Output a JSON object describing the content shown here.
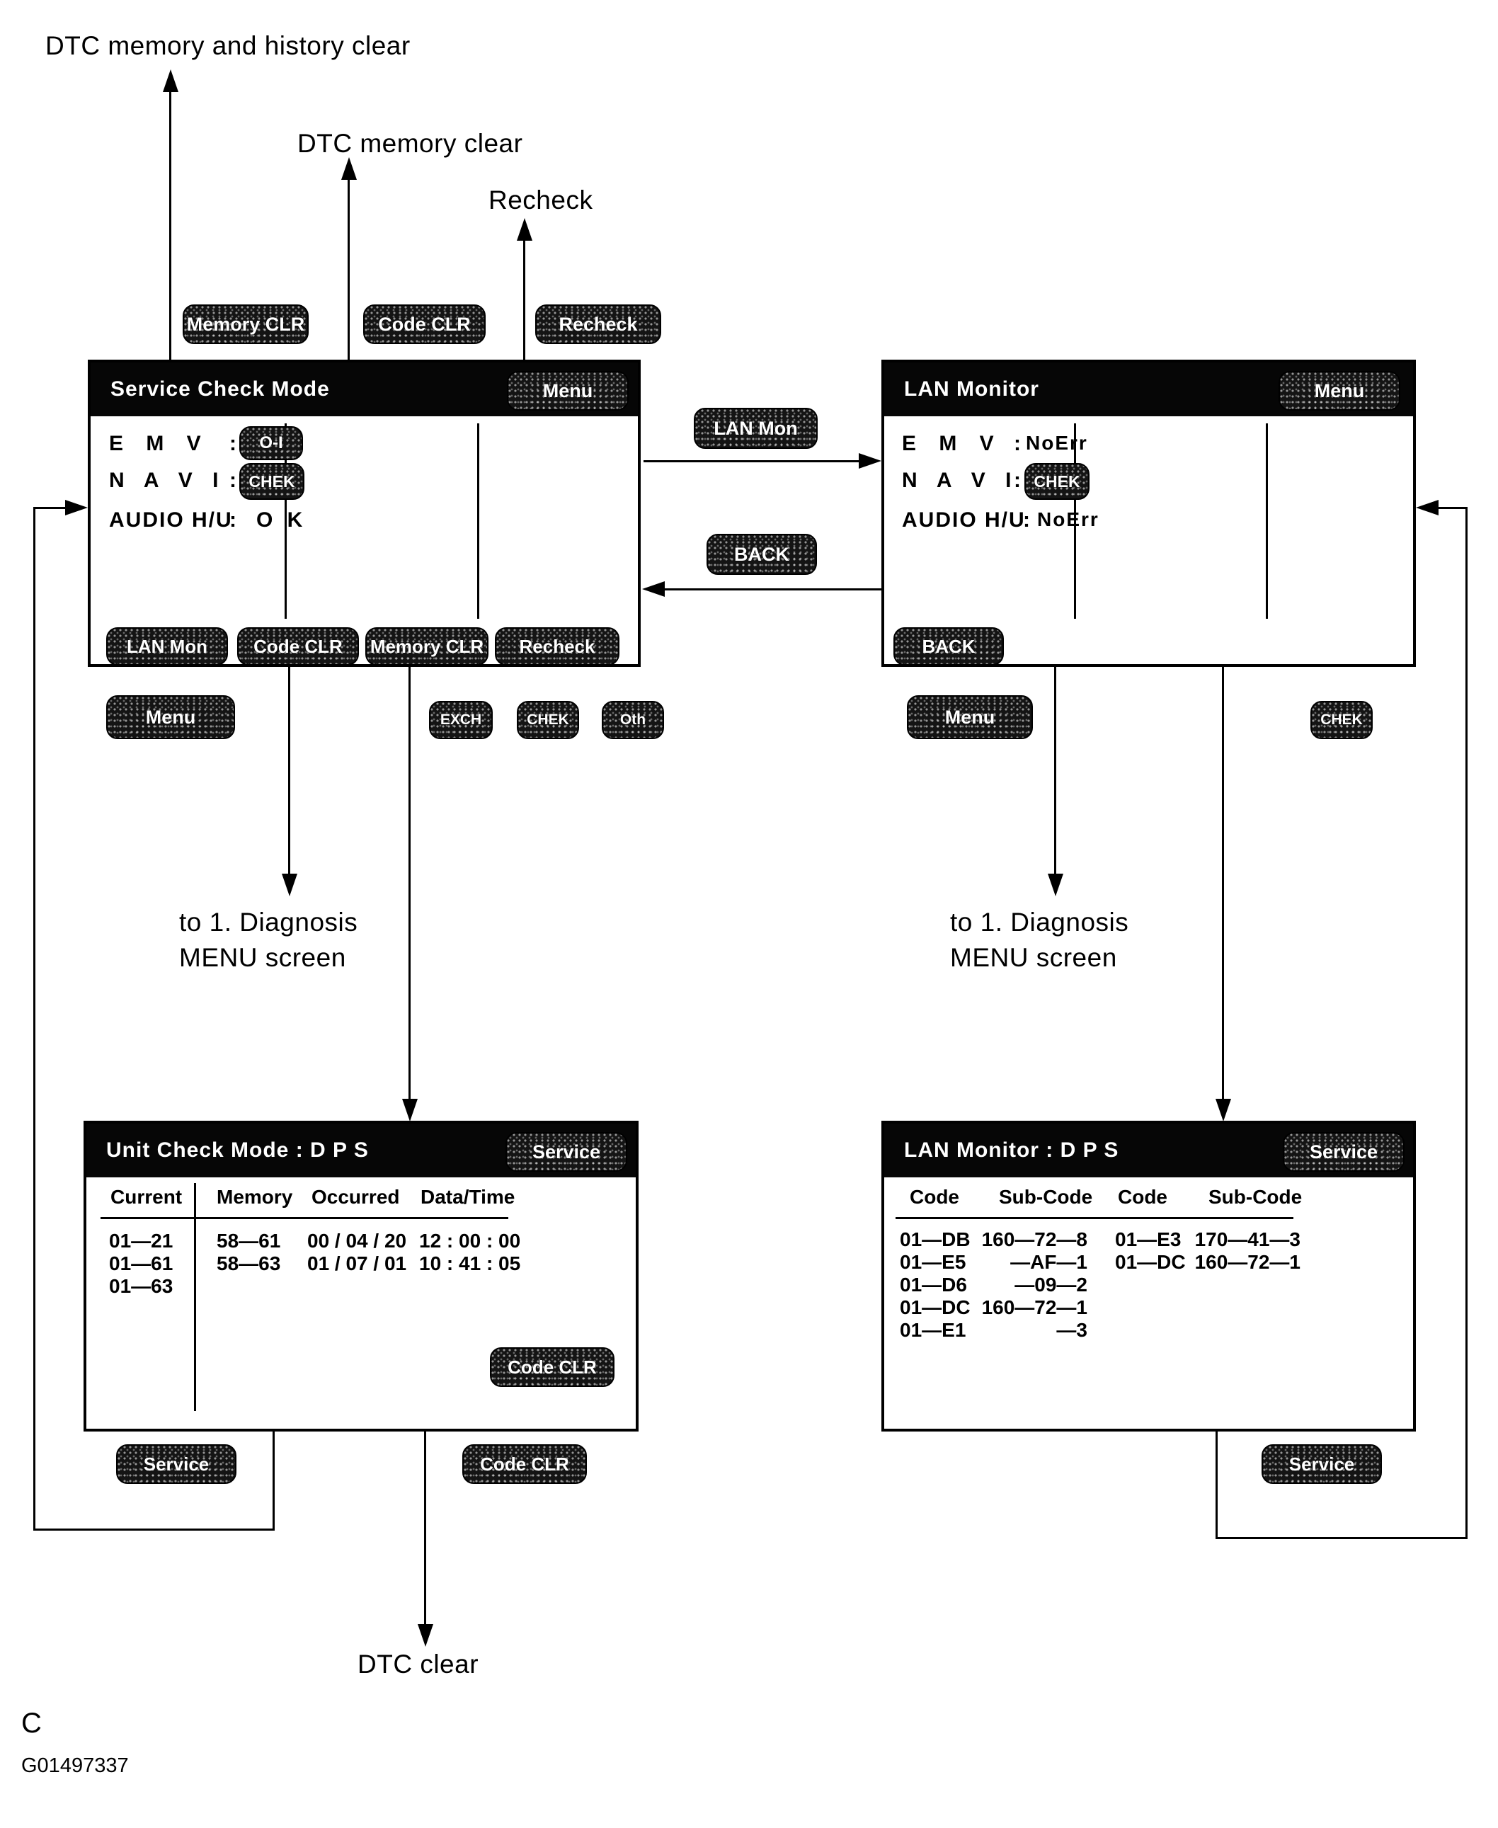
{
  "annotations": {
    "dtc_memory_history": "DTC memory and history clear",
    "dtc_memory": "DTC memory clear",
    "recheck": "Recheck",
    "diag_menu_line1": "to 1. Diagnosis",
    "diag_menu_line2": "MENU screen",
    "dtc_clear": "DTC clear",
    "figure_letter": "C",
    "figure_id": "G01497337"
  },
  "colors": {
    "ink": "#000000",
    "paper": "#ffffff",
    "button_fill": "#141414",
    "button_text": "#ffffff"
  },
  "top_buttons": {
    "memory_clr": "Memory CLR",
    "code_clr": "Code CLR",
    "recheck": "Recheck"
  },
  "service_check": {
    "title": "Service Check Mode",
    "menu_button": "Menu",
    "rows": [
      {
        "label": "E M V",
        "colon": ":",
        "value": "O-I"
      },
      {
        "label": "N A V I",
        "colon": ":",
        "value": "CHEK"
      },
      {
        "label": "AUDIO H/U",
        "colon": ":",
        "value": "O K"
      }
    ],
    "bottom_buttons": {
      "lan_mon": "LAN Mon",
      "code_clr": "Code CLR",
      "memory_clr": "Memory CLR",
      "recheck": "Recheck"
    }
  },
  "transition": {
    "lan_mon": "LAN Mon",
    "back": "BACK"
  },
  "lan_monitor": {
    "title": "LAN Monitor",
    "menu_button": "Menu",
    "rows": [
      {
        "label": "E M V",
        "colon": ":",
        "value": "NoErr"
      },
      {
        "label": "N A V I",
        "colon": ":",
        "value": "CHEK"
      },
      {
        "label": "AUDIO H/U",
        "colon": ":",
        "value": "NoErr"
      }
    ],
    "back_button": "BACK"
  },
  "legend_row": {
    "menu_left": "Menu",
    "status_buttons": [
      "EXCH",
      "CHEK",
      "Oth"
    ],
    "menu_right": "Menu",
    "chek_right": "CHEK"
  },
  "unit_check": {
    "title": "Unit Check Mode : D P S",
    "service_button": "Service",
    "headers": [
      "Current",
      "Memory",
      "Occurred",
      "Data/Time"
    ],
    "current": [
      "01—21",
      "01—61",
      "01—63"
    ],
    "memory_rows": [
      {
        "memory": "58—61",
        "occurred": "00 / 04 / 20",
        "datetime": "12 : 00 : 00"
      },
      {
        "memory": "58—63",
        "occurred": "01 / 07 / 01",
        "datetime": "10 : 41 : 05"
      }
    ],
    "code_clr_button": "Code CLR"
  },
  "lan_monitor_dps": {
    "title": "LAN Monitor : D P S",
    "service_button": "Service",
    "headers": [
      "Code",
      "Sub-Code",
      "Code",
      "Sub-Code"
    ],
    "left_rows": [
      {
        "code": "01—DB",
        "sub": "160—72—8"
      },
      {
        "code": "01—E5",
        "sub": "—AF—1"
      },
      {
        "code": "01—D6",
        "sub": "—09—2"
      },
      {
        "code": "01—DC",
        "sub": "160—72—1"
      },
      {
        "code": "01—E1",
        "sub": "—3"
      }
    ],
    "right_rows": [
      {
        "code": "01—E3",
        "sub": "170—41—3"
      },
      {
        "code": "01—DC",
        "sub": "160—72—1"
      }
    ]
  },
  "bottom_buttons": {
    "service_left": "Service",
    "code_clr": "Code CLR",
    "service_right": "Service"
  }
}
